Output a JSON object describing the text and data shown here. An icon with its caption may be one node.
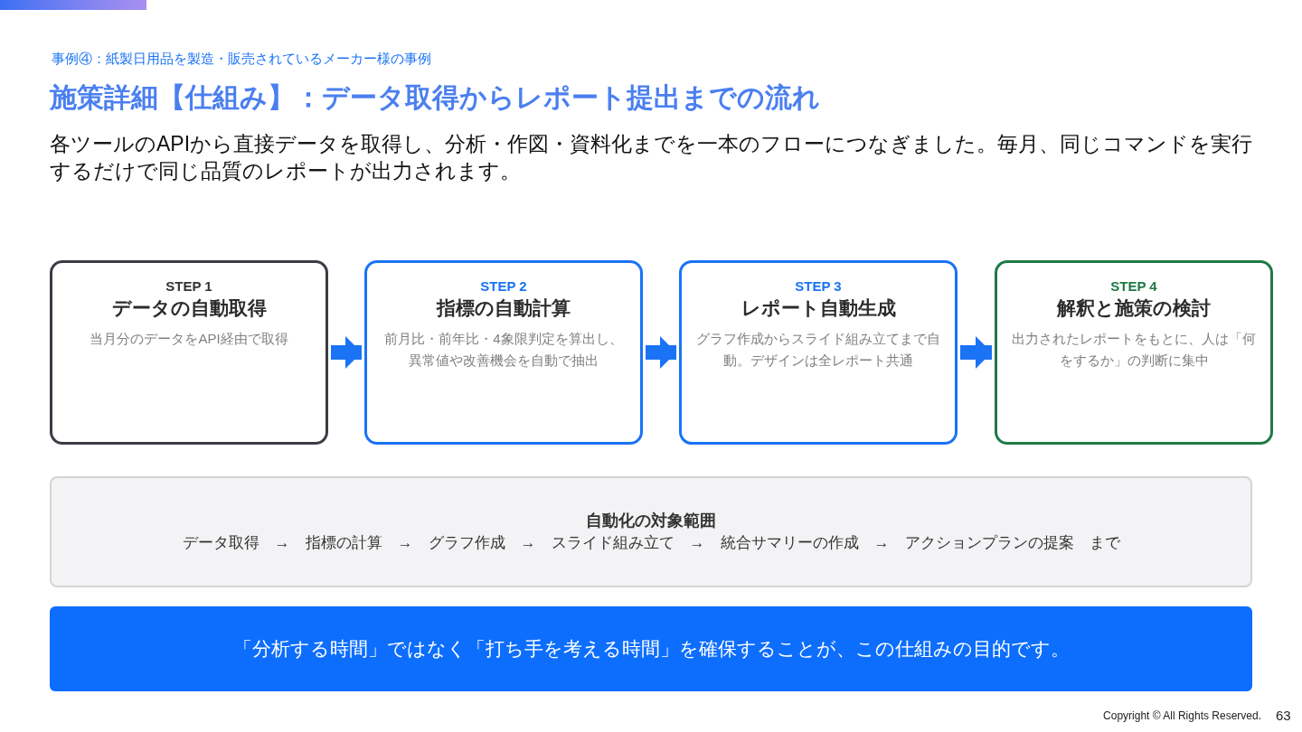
{
  "diagram": {
    "title": "施策詳細【仕組み】：データ取得からレポート提出までの流れ",
    "nodes": [
      {
        "text": [
          "STEP 1",
          "データの自動取得",
          "当月分のデータをAPI経由で取得"
        ]
      },
      {
        "text": [
          "STEP 2",
          "指標の自動計算",
          "前月比・前年比・4象限判定を算出し、異常値や改善機会を自動で抽出"
        ]
      },
      {
        "text": [
          "STEP 3",
          "レポート自動生成",
          "グラフ作成からスライド組み立てまで自動。デザインは全レポート共通"
        ]
      },
      {
        "text": [
          "STEP 4",
          "解釈と施策の検討",
          "出力されたレポートをもとに、人は「何をするか」の判断に集中"
        ]
      },
      {
        "text": [
          "自動化の対象範囲",
          "データ取得　→　指標の計算　→　グラフ作成　→　スライド組み立て　→　統合サマリーの作成　→　アクションプランの提案　まで"
        ]
      },
      {
        "text": [
          "「分析する時間」ではなく「打ち手を考える時間」を確保することが、この仕組みの目的です。"
        ]
      }
    ],
    "edges": [
      {
        "from": 0,
        "to": 1,
        "arrow": "to"
      },
      {
        "from": 1,
        "to": 2,
        "arrow": "to"
      },
      {
        "from": 2,
        "to": 3,
        "arrow": "to"
      }
    ],
    "labels": [
      "事例④：紙製日用品を製造・販売されているメーカー様の事例",
      "各ツールのAPIから直接データを取得し、分析・作図・資料化までを一本のフローにつなぎました。毎月、同じコマンドを実行するだけで同じ品質のレポートが出力されます。",
      "Copyright © All Rights Reserved.",
      "63"
    ]
  }
}
